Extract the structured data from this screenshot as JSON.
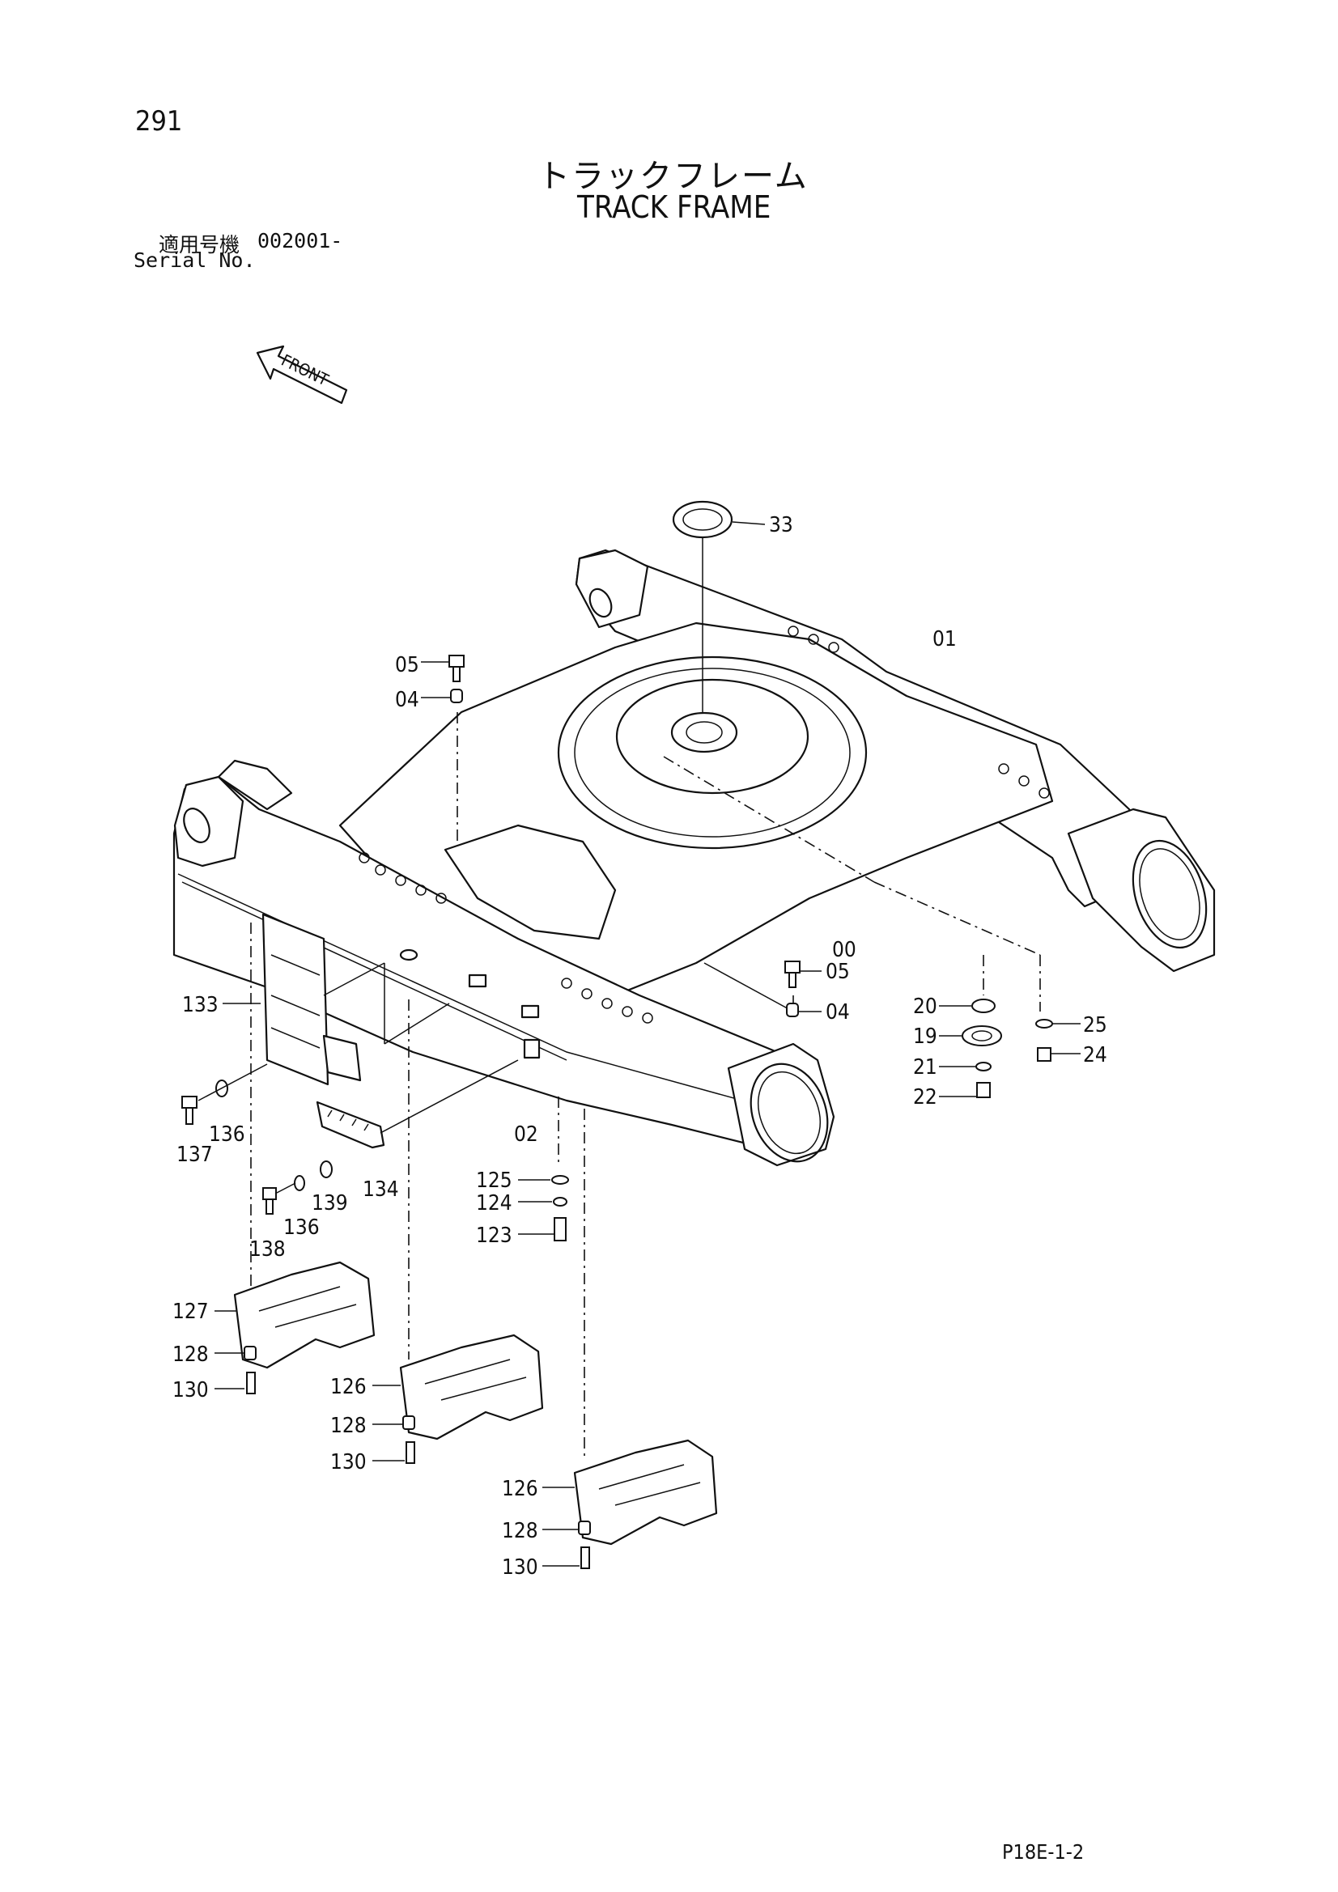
{
  "page_number": "291",
  "title_jp": "トラックフレーム",
  "title_en": "TRACK FRAME",
  "serial_label_jp": "適用号機",
  "serial_value": "002001-",
  "serial_label_en": "Serial No.",
  "front_label": "FRONT",
  "footer_code": "P18E-1-2",
  "part_labels": {
    "p33": "33",
    "p01": "01",
    "p05a": "05",
    "p04a": "04",
    "p00": "00",
    "p05b": "05",
    "p04b": "04",
    "p20": "20",
    "p25": "25",
    "p19": "19",
    "p24": "24",
    "p21": "21",
    "p22": "22",
    "p133": "133",
    "p137": "137",
    "p136a": "136",
    "p02": "02",
    "p134": "134",
    "p139": "139",
    "p136b": "136",
    "p138": "138",
    "p125": "125",
    "p124": "124",
    "p123": "123",
    "p127": "127",
    "p128a": "128",
    "p130a": "130",
    "p126a": "126",
    "p128b": "128",
    "p130b": "130",
    "p126b": "126",
    "p128c": "128",
    "p130c": "130"
  }
}
